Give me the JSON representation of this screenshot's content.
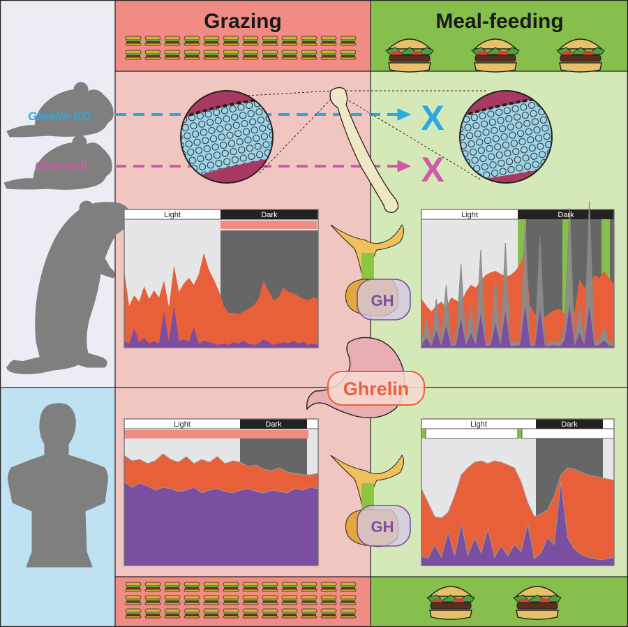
{
  "headers": {
    "grazing": "Grazing",
    "meal_feeding": "Meal-feeding"
  },
  "mice": {
    "ko": {
      "gene": "Ghrelin",
      "suffix": "-KO",
      "color": "#2aa8e0"
    },
    "null": {
      "gene": "Ghsr",
      "suffix": "-null",
      "color": "#d458a8"
    }
  },
  "blocked_mark": "X",
  "hormone": "Ghrelin",
  "gland_label": "GH",
  "light_label": "Light",
  "dark_label": "Dark",
  "colors": {
    "grazing_bg": "#f2c6c0",
    "grazing_header": "#f08c84",
    "meal_bg": "#d5e8b8",
    "meal_header": "#86bf4c",
    "left_top_bg": "#ececf4",
    "left_bottom_bg": "#bee2f2",
    "orange": "#e8603a",
    "purple": "#7a4ea0",
    "silhouette": "#7f7f7f"
  }
}
